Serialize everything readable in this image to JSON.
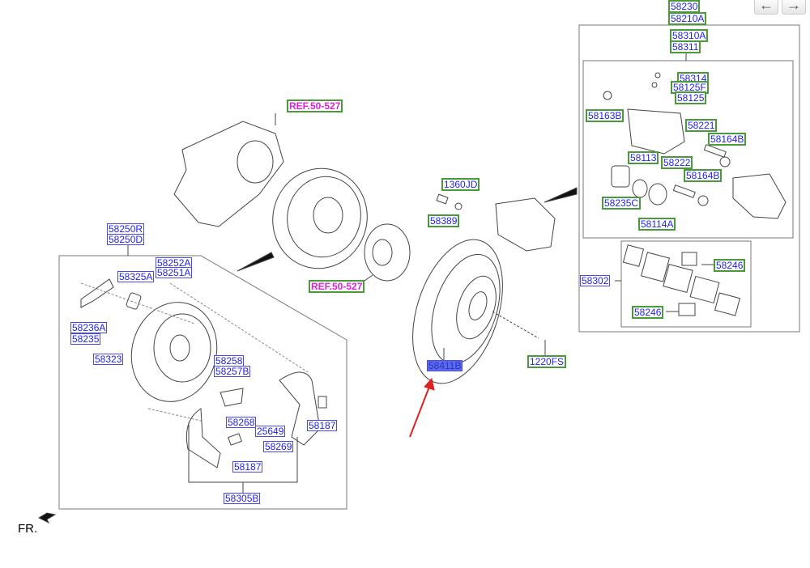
{
  "nav": {
    "prev_icon": "arrow-left-icon",
    "next_icon": "arrow-right-icon",
    "prev": "←",
    "next": "→"
  },
  "direction_label": "FR.",
  "refs": [
    "REF.50-527",
    "REF.50-527"
  ],
  "caliper_assembly": {
    "labels": [
      "58230",
      "58210A",
      "58310A",
      "58311",
      "58314",
      "58125F",
      "58125",
      "58163B",
      "58221",
      "58164B",
      "58113",
      "58222",
      "58164B",
      "58235C",
      "58114A"
    ]
  },
  "pads": {
    "labels": [
      "58246",
      "58302",
      "58246"
    ]
  },
  "center": {
    "labels": [
      "1360JD",
      "58389",
      "1220FS"
    ],
    "selected_part": "58411B"
  },
  "parking_brake": {
    "labels": [
      "58250R",
      "58250D",
      "58252A",
      "58251A",
      "58325A",
      "58236A",
      "58235",
      "58323",
      "58258",
      "58257B",
      "58268",
      "25649",
      "58269",
      "58187",
      "58187",
      "58305B"
    ]
  },
  "colors": {
    "green_border": "#4a9a3a",
    "blue_border": "#4a4ae8",
    "ref_text": "#e020e0",
    "highlight": "#5a6af0",
    "arrow": "#e02020"
  }
}
